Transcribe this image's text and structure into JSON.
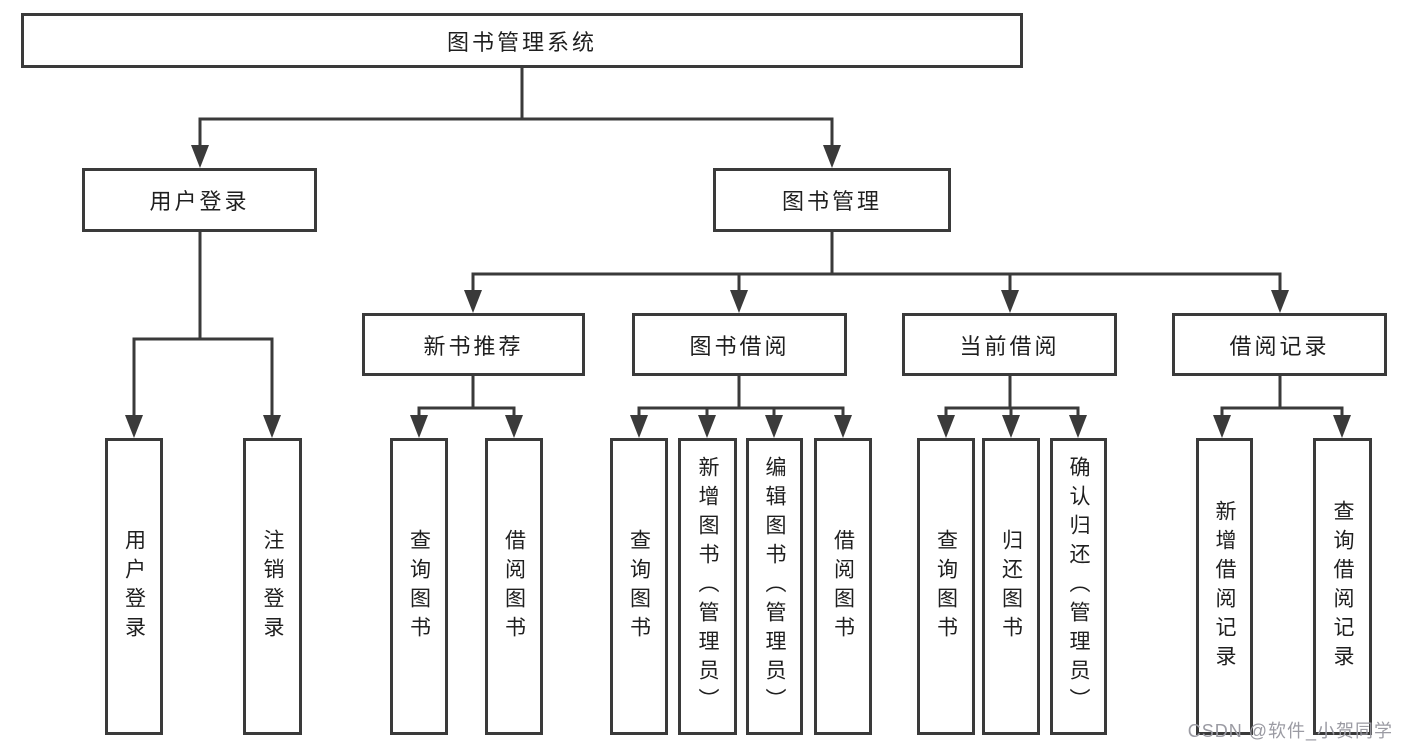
{
  "colors": {
    "line": "#3a3a3a",
    "text": "#1f1f1f",
    "background": "#ffffff",
    "watermark": "#9b9ba3"
  },
  "watermark": {
    "text": "CSDN @软件_小贺同学"
  },
  "tree": {
    "label": "图书管理系统",
    "children": [
      {
        "label": "用户登录",
        "children": [
          {
            "label": "用户登录"
          },
          {
            "label": "注销登录"
          }
        ]
      },
      {
        "label": "图书管理",
        "children": [
          {
            "label": "新书推荐",
            "children": [
              {
                "label": "查询图书"
              },
              {
                "label": "借阅图书"
              }
            ]
          },
          {
            "label": "图书借阅",
            "children": [
              {
                "label": "查询图书"
              },
              {
                "label": "新增图书（管理员）"
              },
              {
                "label": "编辑图书（管理员）"
              },
              {
                "label": "借阅图书"
              }
            ]
          },
          {
            "label": "当前借阅",
            "children": [
              {
                "label": "查询图书"
              },
              {
                "label": "归还图书"
              },
              {
                "label": "确认归还（管理员）"
              }
            ]
          },
          {
            "label": "借阅记录",
            "children": [
              {
                "label": "新增借阅记录"
              },
              {
                "label": "查询借阅记录"
              }
            ]
          }
        ]
      }
    ]
  }
}
